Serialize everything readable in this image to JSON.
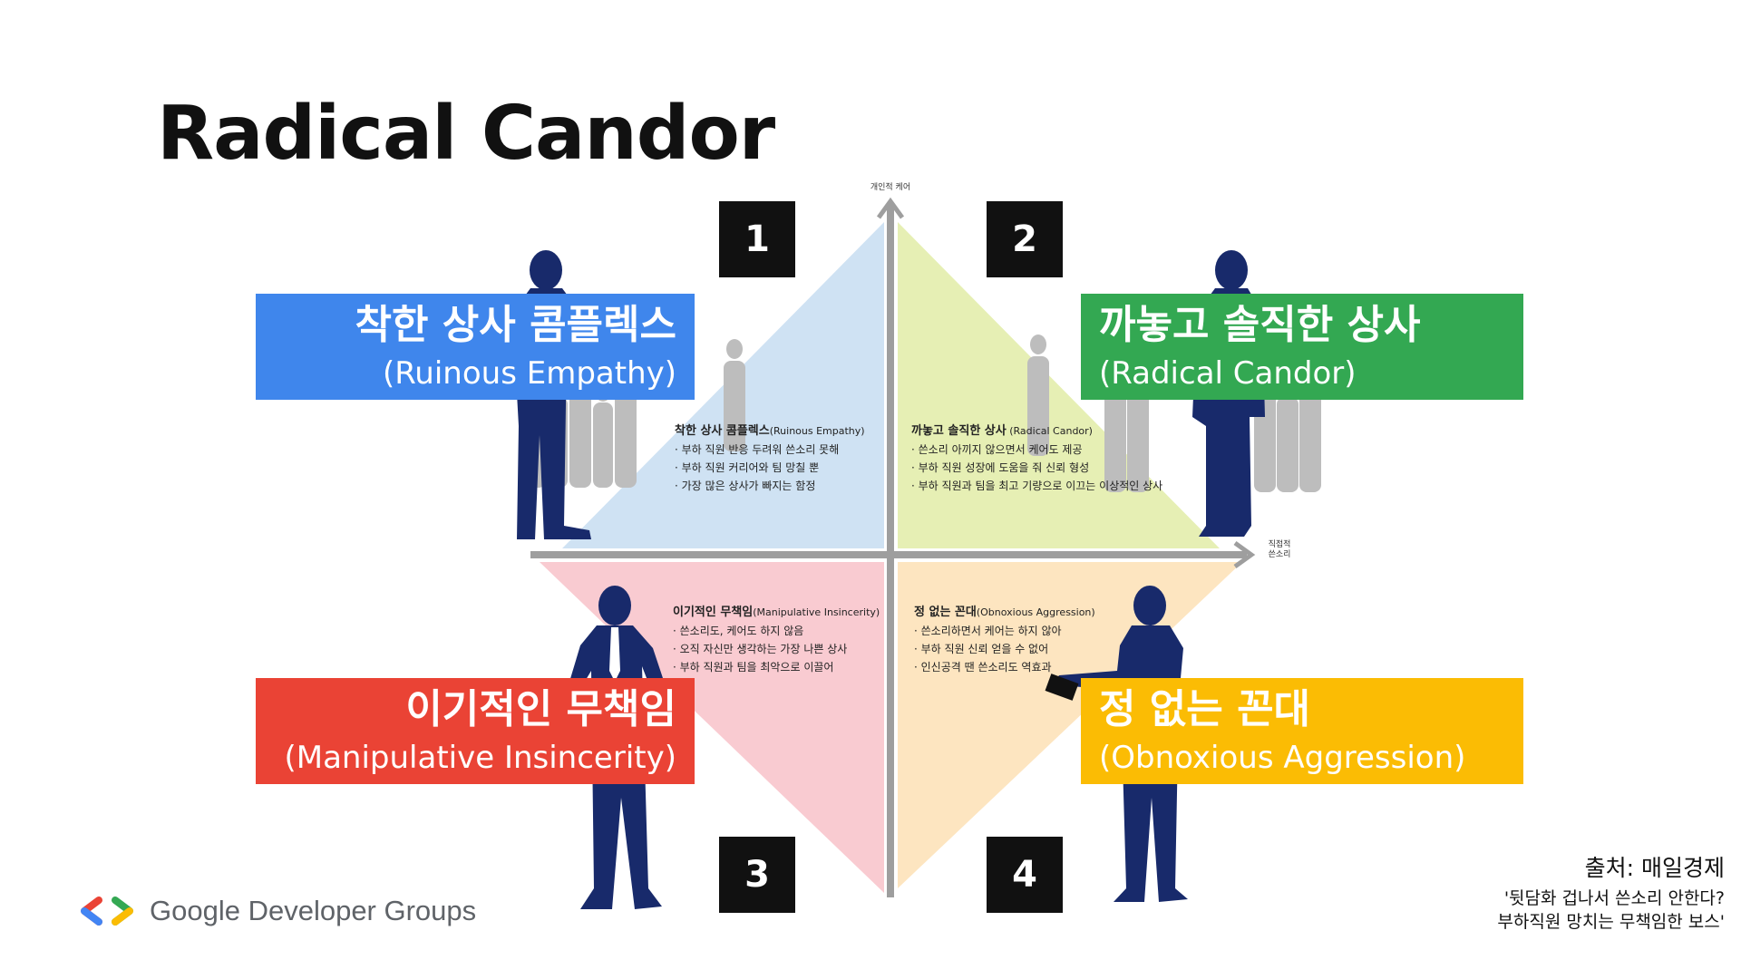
{
  "title": "Radical Candor",
  "axes": {
    "y_label": "개인적 케어",
    "x_label": "직접적 쓴소리"
  },
  "colors": {
    "q1_fill": "#cfe2f3",
    "q2_fill": "#e6efb4",
    "q3_fill": "#f9cbd1",
    "q4_fill": "#fde5c0",
    "q1_box": "#3f86ec",
    "q2_box": "#33a852",
    "q3_box": "#ea4335",
    "q4_box": "#fbbc04",
    "axis": "#9e9e9e",
    "silhouette": "#182a6b",
    "crowd": "#bdbdbd"
  },
  "quadrants": [
    {
      "number": "1",
      "title_ko": "착한 상사 콤플렉스",
      "title_en": "(Ruinous Empathy)",
      "desc_title": "착한 상사 콤플렉스",
      "desc_sub": "(Ruinous Empathy)",
      "bullets": [
        "· 부하 직원 반응 두려워 쓴소리 못해",
        "· 부하 직원 커리어와 팀 망칠 뿐",
        "· 가장 많은 상사가 빠지는 함정"
      ]
    },
    {
      "number": "2",
      "title_ko": "까놓고 솔직한 상사",
      "title_en": "(Radical Candor)",
      "desc_title": "까놓고 솔직한 상사",
      "desc_sub": " (Radical Candor)",
      "bullets": [
        "· 쓴소리 아끼지 않으면서 케어도 제공",
        "· 부하 직원 성장에 도움을 줘 신뢰 형성",
        "· 부하 직원과 팀을 최고 기량으로 이끄는 이상적인 상사"
      ]
    },
    {
      "number": "3",
      "title_ko": "이기적인 무책임",
      "title_en": "(Manipulative Insincerity)",
      "desc_title": "이기적인 무책임",
      "desc_sub": "(Manipulative Insincerity)",
      "bullets": [
        "· 쓴소리도, 케어도 하지 않음",
        "· 오직 자신만 생각하는 가장 나쁜 상사",
        "· 부하 직원과 팀을 최악으로 이끌어"
      ]
    },
    {
      "number": "4",
      "title_ko": "정 없는 꼰대",
      "title_en": "(Obnoxious Aggression)",
      "desc_title": "정 없는 꼰대",
      "desc_sub": "(Obnoxious Aggression)",
      "bullets": [
        "· 쓴소리하면서 케어는 하지 않아",
        "· 부하 직원 신뢰 얻을 수 없어",
        "· 인신공격 땐 쓴소리도 역효과"
      ]
    }
  ],
  "source": {
    "label": "출처: 매일경제",
    "line1": "'뒷담화 겁나서 쓴소리 안한다?",
    "line2": "부하직원 망치는 무책임한 보스'"
  },
  "logo": {
    "text": "Google Developer Groups",
    "icon": "gdg-chevrons-icon"
  }
}
